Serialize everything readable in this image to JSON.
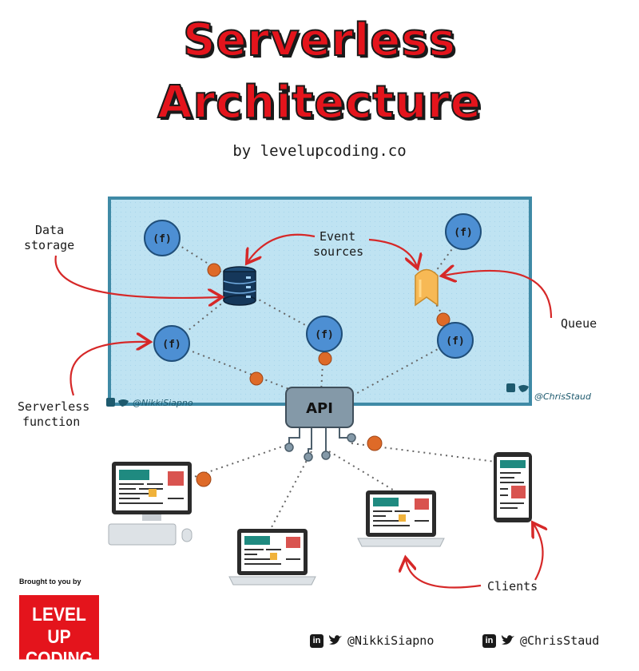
{
  "title": {
    "line1": "Serverless",
    "line2": "Architecture"
  },
  "subtitle": "by levelupcoding.co",
  "labels": {
    "data_storage_1": "Data",
    "data_storage_2": "storage",
    "event_sources_1": "Event",
    "event_sources_2": "sources",
    "queue": "Queue",
    "serverless_function_1": "Serverless",
    "serverless_function_2": "function",
    "clients": "Clients"
  },
  "nodes": {
    "function_symbol": "(f)",
    "api": "API"
  },
  "handles": {
    "left": "@NikkiSiapno",
    "right": "@ChrisStaud"
  },
  "footer": {
    "brought_by": "Brought to you by",
    "brand_line1": "LEVEL UP",
    "brand_line2": "CODING",
    "social_1": "@NikkiSiapno",
    "social_2": "@ChrisStaud"
  },
  "icons": [
    "linkedin-icon",
    "twitter-icon",
    "database-icon",
    "queue-icon",
    "function-icon",
    "api-chip-icon",
    "desktop-icon",
    "laptop-icon",
    "phone-icon"
  ],
  "colors": {
    "title_red": "#e4141c",
    "cloud_bg": "#bfe3f2",
    "cloud_border": "#3f8aa6",
    "function_blue": "#4d8fd3",
    "connector_orange": "#de6a28",
    "arrow_red": "#d62828",
    "api_gray": "#8499a8",
    "queue_orange": "#f7b955",
    "database_navy": "#15375a"
  }
}
